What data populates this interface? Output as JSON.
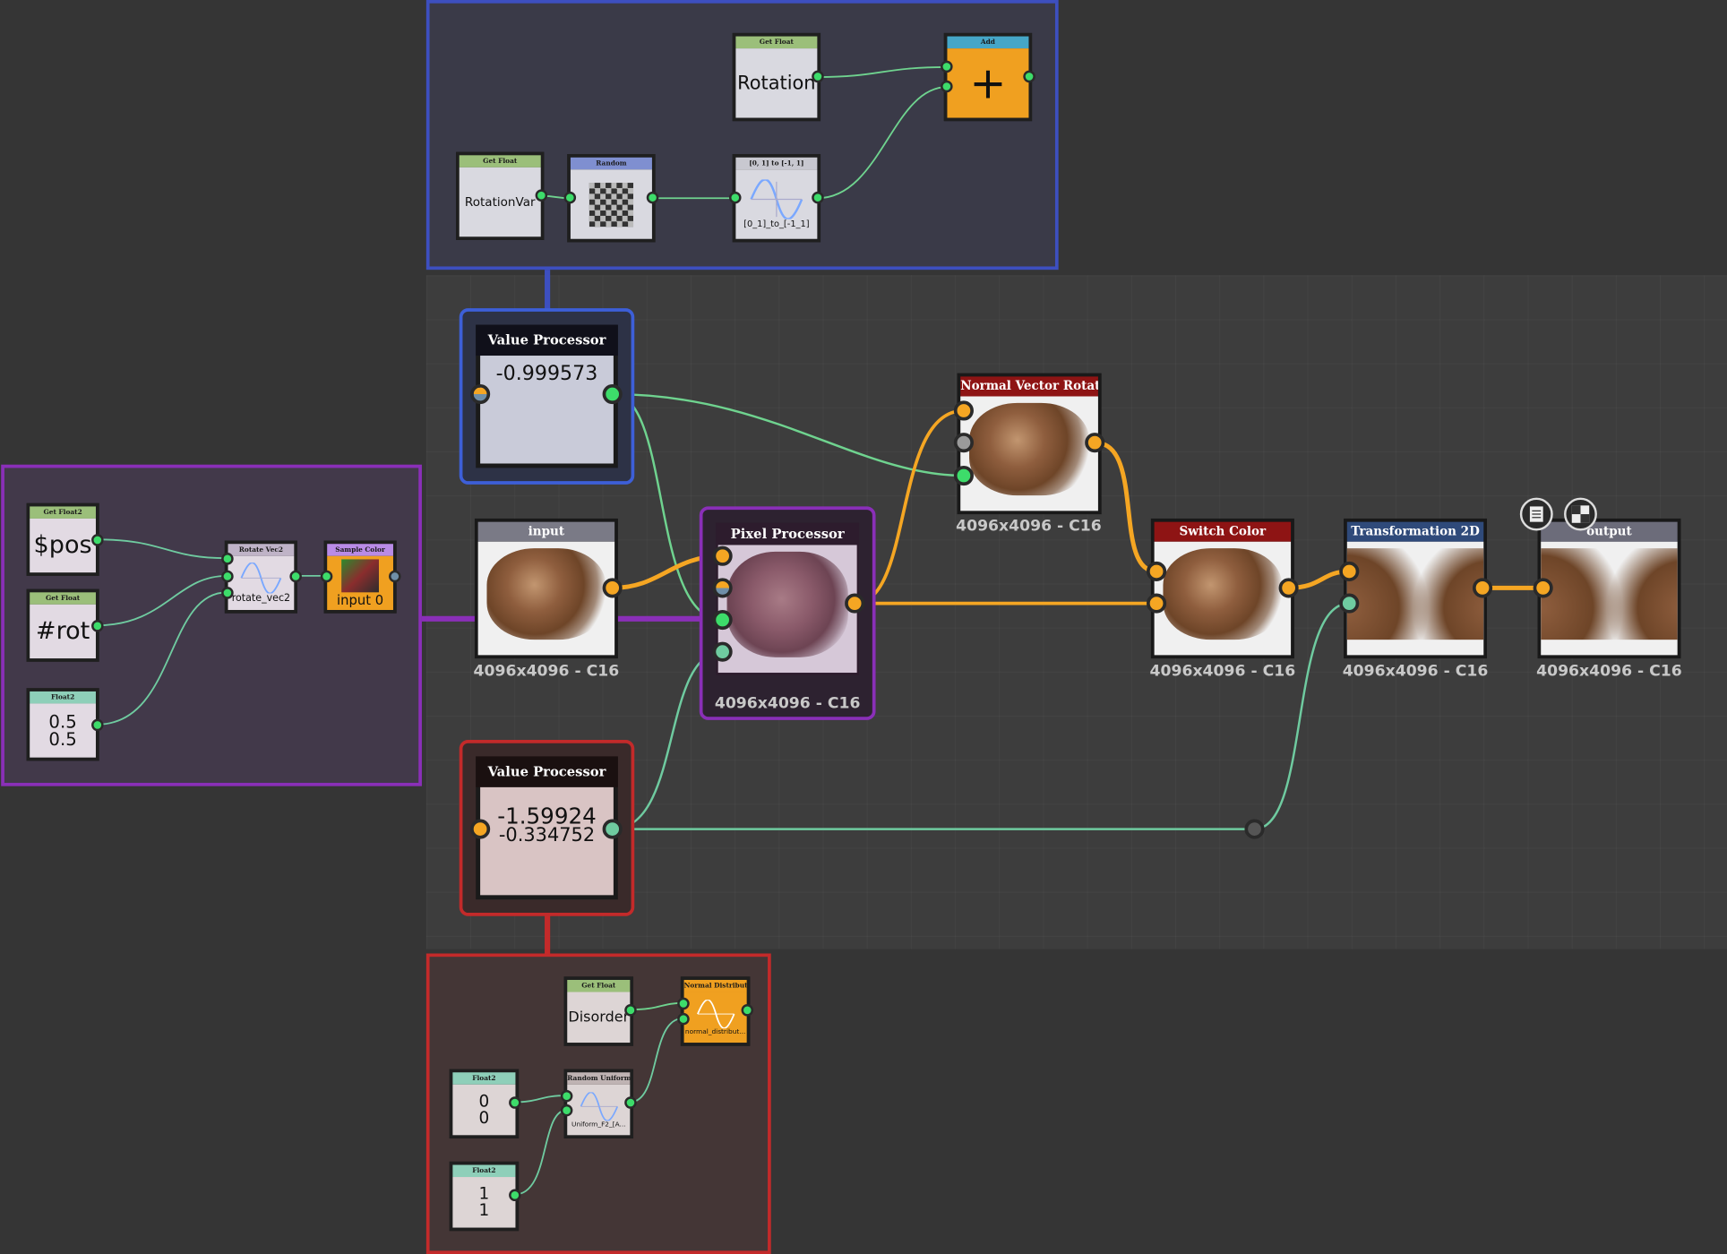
{
  "frames": {
    "blue": {
      "color": "#3d4fc0"
    },
    "purple": {
      "color": "#8a2fb8"
    },
    "red": {
      "color": "#c32a2a"
    }
  },
  "nodes": {
    "get_float_rotation": {
      "title": "Get Float",
      "value": "Rotation"
    },
    "add": {
      "title": "Add",
      "symbol": "+"
    },
    "get_float_rotationvar": {
      "title": "Get Float",
      "value": "RotationVar"
    },
    "random": {
      "title": "Random"
    },
    "remap": {
      "title": "[0, 1] to [-1, 1]",
      "label": "[0_1]_to_[-1_1]"
    },
    "value_processor_top": {
      "title": "Value Processor",
      "value": "-0.999573"
    },
    "value_processor_bottom": {
      "title": "Value Processor",
      "value1": "-1.59924",
      "value2": "-0.334752"
    },
    "input": {
      "title": "input",
      "resolution": "4096x4096 - C16"
    },
    "pixel_processor": {
      "title": "Pixel Processor",
      "resolution": "4096x4096 - C16"
    },
    "normal_vector_rotation": {
      "title": "Normal Vector Rotation",
      "resolution": "4096x4096 - C16"
    },
    "switch_color": {
      "title": "Switch Color",
      "resolution": "4096x4096 - C16"
    },
    "transformation_2d": {
      "title": "Transformation 2D",
      "resolution": "4096x4096 - C16"
    },
    "output": {
      "title": "output",
      "resolution": "4096x4096 - C16"
    },
    "get_float2_pos": {
      "title": "Get Float2",
      "value": "$pos"
    },
    "get_float_rot": {
      "title": "Get Float",
      "value": "#rot"
    },
    "float2_half": {
      "title": "Float2",
      "line1": "0.5",
      "line2": "0.5"
    },
    "rotate_vec2": {
      "title": "Rotate Vec2",
      "label": "rotate_vec2"
    },
    "sample_color": {
      "title": "Sample Color",
      "label": "input 0"
    },
    "get_float_disorder": {
      "title": "Get Float",
      "value": "Disorder"
    },
    "normal_distribution": {
      "title": "Normal Distribution",
      "label": "normal_distribut..."
    },
    "float2_zero": {
      "title": "Float2",
      "line1": "0",
      "line2": "0"
    },
    "random_uniform": {
      "title": "Random Uniform Float...",
      "label": "Uniform_F2_[A..."
    },
    "float2_one": {
      "title": "Float2",
      "line1": "1",
      "line2": "1"
    }
  },
  "icons": [
    "document-icon",
    "checker-icon"
  ],
  "colors": {
    "get_float_header": "#9bbf7a",
    "add_header": "#45a6c7",
    "add_body": "#f0a020",
    "random_header": "#7f8fd0",
    "float2_header": "#8ecfb9",
    "rotate_header": "#bfb3c7",
    "sample_header": "#b98be6",
    "normal_header": "#f0a020",
    "input_header": "#7a7a86",
    "pixel_header": "#2d1c2d",
    "nvr_header": "#8e1414",
    "switch_header": "#8e1414",
    "transform_header": "#2f4a7a",
    "output_header": "#6c6c7a",
    "wire_green": "#6fd38f",
    "wire_orange": "#f5a623"
  }
}
